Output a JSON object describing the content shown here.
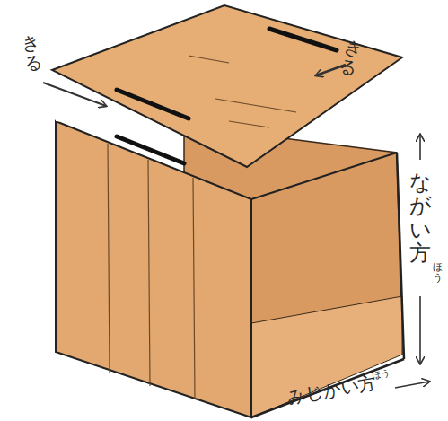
{
  "diagram": {
    "labels": [
      "きる",
      "きる",
      "ながい方",
      "ほう",
      "みじかい方",
      "ほう"
    ]
  }
}
